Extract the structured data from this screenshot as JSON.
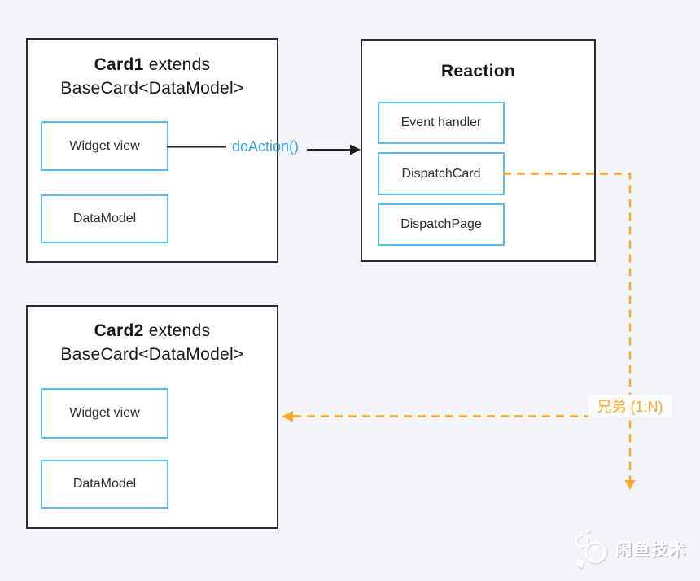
{
  "page": {
    "background": "#f3f4f7"
  },
  "cards": {
    "card1": {
      "title_name": "Card1",
      "title_suffix": " extends",
      "title_line2": "BaseCard<DataModel>",
      "items": [
        "Widget view",
        "DataModel"
      ]
    },
    "reaction": {
      "title": "Reaction",
      "items": [
        "Event handler",
        "DispatchCard",
        "DispatchPage"
      ]
    },
    "card2": {
      "title_name": "Card2",
      "title_suffix": " extends",
      "title_line2": "BaseCard<DataModel>",
      "items": [
        "Widget view",
        "DataModel"
      ]
    }
  },
  "edges": {
    "do_action": {
      "label": "doAction()",
      "color": "#3d9fe0",
      "style": "solid-black-arrow"
    },
    "sibling": {
      "label": "兄弟 (1:N)",
      "color": "#f9a827",
      "style": "dashed-orange-arrows"
    }
  },
  "colors": {
    "card_border": "#2d2d2d",
    "item_border": "#54bdee",
    "arrow_black": "#1f1f1f",
    "arrow_orange": "#f9a827"
  },
  "watermark": {
    "text": "闲鱼技术",
    "icon": "xianyu-fish-logo"
  }
}
